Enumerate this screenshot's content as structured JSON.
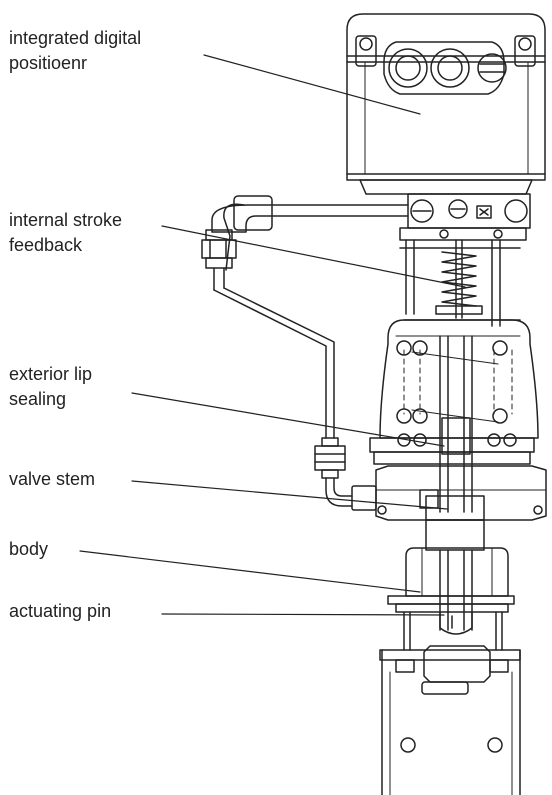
{
  "labels": {
    "positioner": {
      "line1": "integrated digital",
      "line2": "positioenr"
    },
    "feedback": {
      "line1": "internal stroke",
      "line2": "feedback"
    },
    "lip_sealing": {
      "line1": "exterior lip",
      "line2": "sealing"
    },
    "valve_stem": {
      "line1": "valve stem"
    },
    "body": {
      "line1": "body"
    },
    "actuating_pin": {
      "line1": "actuating pin"
    }
  },
  "colors": {
    "line": "#222222",
    "background": "#ffffff"
  }
}
